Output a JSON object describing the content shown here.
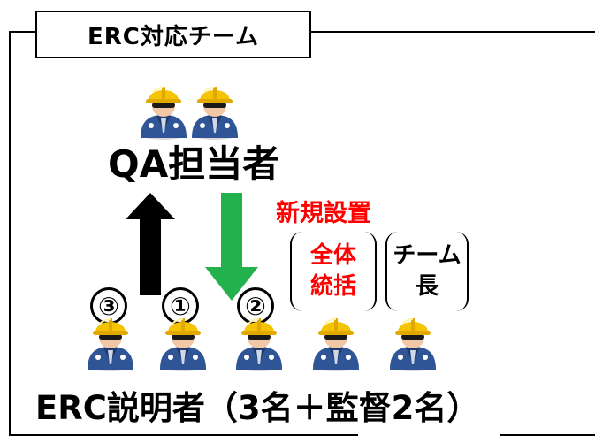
{
  "title": "ERC対応チーム",
  "qa_label": "QA担当者",
  "new_setup_label": "新規設置",
  "overall_lead": [
    "全体",
    "統括"
  ],
  "team_leader": [
    "チーム",
    "長"
  ],
  "markers": [
    "③",
    "①",
    "②"
  ],
  "explainer_label": "ERC説明者（3名＋監督2名）",
  "colors": {
    "up_arrow": "#000000",
    "down_arrow": "#22b14c",
    "highlight_text": "#ff0000",
    "helmet": "#f5c400",
    "uniform": "#2f5597"
  },
  "icons": {
    "worker": "worker-with-hard-hat-icon"
  }
}
